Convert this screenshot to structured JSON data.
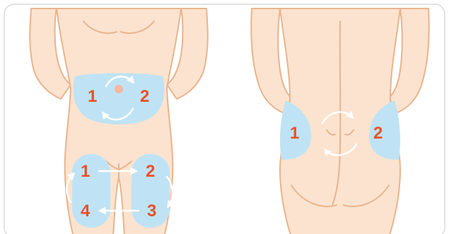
{
  "colors": {
    "skin": "#fbe3cf",
    "outline": "#e8b48e",
    "zone": "#bfe3f4",
    "number": "#e8502a",
    "arrow": "#ffffff",
    "border": "#dcdcdc"
  },
  "front": {
    "abdomen": {
      "labels": [
        "1",
        "2"
      ]
    },
    "thighs": {
      "labels": [
        "1",
        "2",
        "3",
        "4"
      ]
    }
  },
  "back": {
    "buttocks": {
      "labels": [
        "1",
        "2"
      ]
    }
  }
}
